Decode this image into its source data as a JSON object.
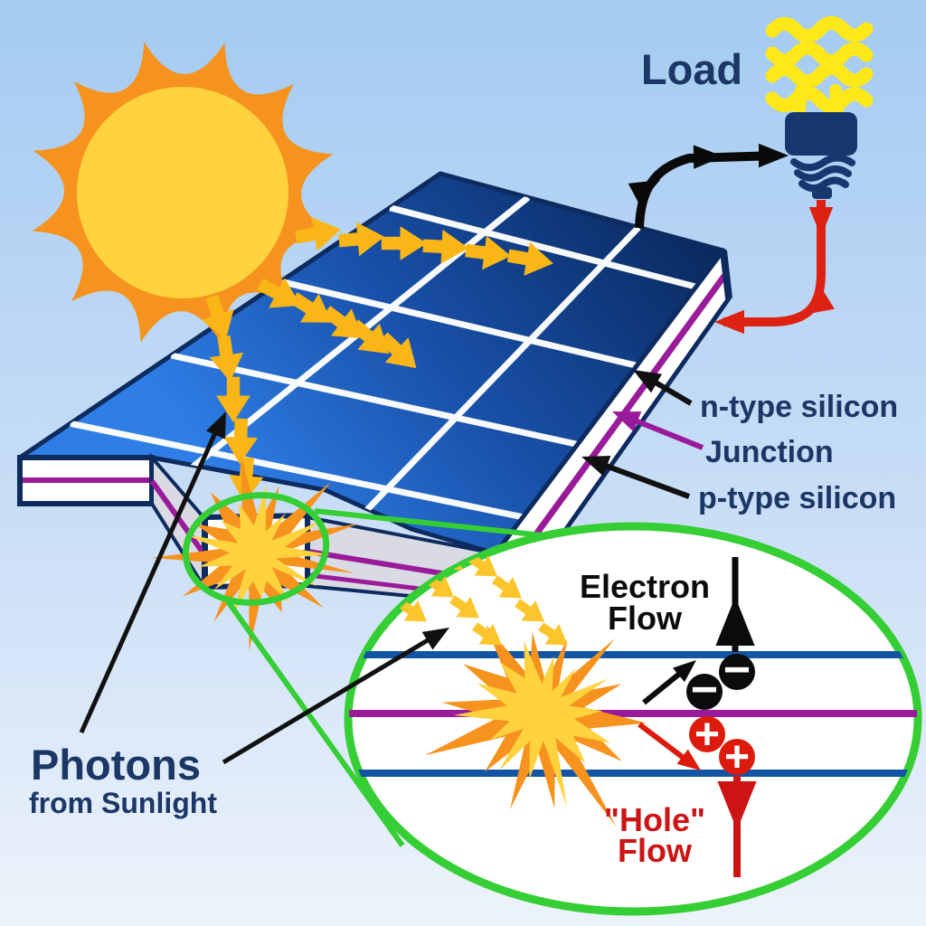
{
  "labels": {
    "load": "Load",
    "n_type": "n-type silicon",
    "junction": "Junction",
    "p_type": "p-type silicon",
    "photons_line1": "Photons",
    "photons_line2": "from Sunlight"
  },
  "inset": {
    "electron_flow_line1": "Electron",
    "electron_flow_line2": "Flow",
    "hole_flow_line1": "\"Hole\"",
    "hole_flow_line2": "Flow",
    "minus": "−",
    "plus": "+"
  },
  "colors": {
    "sky_top": "#A4CBF2",
    "sky_bottom": "#EDF3FB",
    "sun_outer": "#F6921E",
    "sun_inner": "#FFD23E",
    "panel_dark": "#09275A",
    "panel_light": "#2E7EE6",
    "panel_border": "#0D2B5E",
    "grid_line": "#FFFFFF",
    "junction_purple": "#9A1B9A",
    "cut_gray": "#D9DAE4",
    "photon_yellow": "#F9B616",
    "inset_photon_yellow": "#FCC52C",
    "magnifier_green": "#35CE35",
    "navy_text": "#1C3766",
    "wire_black": "#0A0A0A",
    "wire_red": "#DD2213",
    "hole_red": "#DD1B0C",
    "flow_text_red": "#CC1414",
    "bulb_yellow": "#FFE817",
    "bulb_base_navy": "#16386E",
    "layer_line_blue": "#1355A5"
  }
}
